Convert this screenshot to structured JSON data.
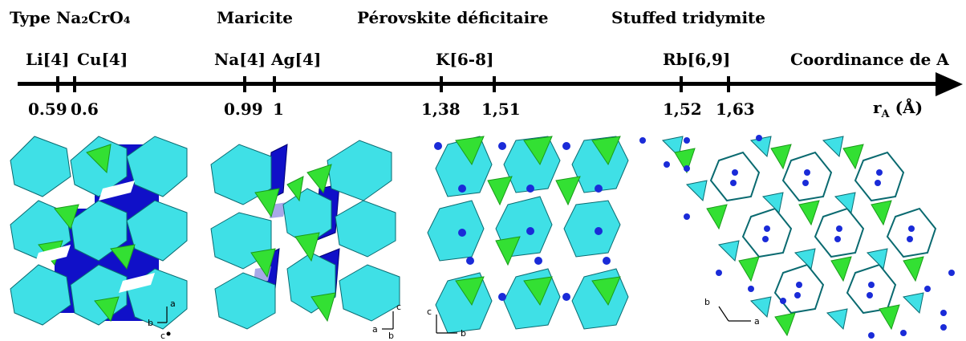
{
  "structure_types": [
    {
      "label": "Type Na₂CrO₄"
    },
    {
      "label": "Maricite"
    },
    {
      "label": "Pérovskite déficitaire"
    },
    {
      "label": "Stuffed tridymite"
    }
  ],
  "cations": [
    {
      "label": "Li[4]",
      "radius": "0.59"
    },
    {
      "label": "Cu[4]",
      "radius": "0.6"
    },
    {
      "label": "Na[4]",
      "radius": "0.99"
    },
    {
      "label": "Ag[4]",
      "radius": "1"
    },
    {
      "label": "K[6-8]",
      "radius": "1,38"
    },
    {
      "label": "",
      "radius": "1,51"
    },
    {
      "label": "Rb[6,9]",
      "radius": "1,52"
    },
    {
      "label": "",
      "radius": "1,63"
    }
  ],
  "axis": {
    "title": "Coordinance de A",
    "variable": "r",
    "subscript": "A",
    "unit": "(Å)"
  },
  "panels": [
    {
      "axes": [
        "a",
        "b",
        "c"
      ]
    },
    {
      "axes": [
        "c",
        "a",
        "b"
      ]
    },
    {
      "axes": [
        "c",
        "b"
      ]
    },
    {
      "axes": [
        "b",
        "a"
      ]
    }
  ],
  "colors": {
    "cyan": "#3fe0e6",
    "cyan_dark": "#1fa8b0",
    "green": "#33e033",
    "green_dark": "#1a9a1a",
    "blue": "#1010c8",
    "lavender": "#a8a8e8",
    "atom": "#1a2bd8"
  }
}
